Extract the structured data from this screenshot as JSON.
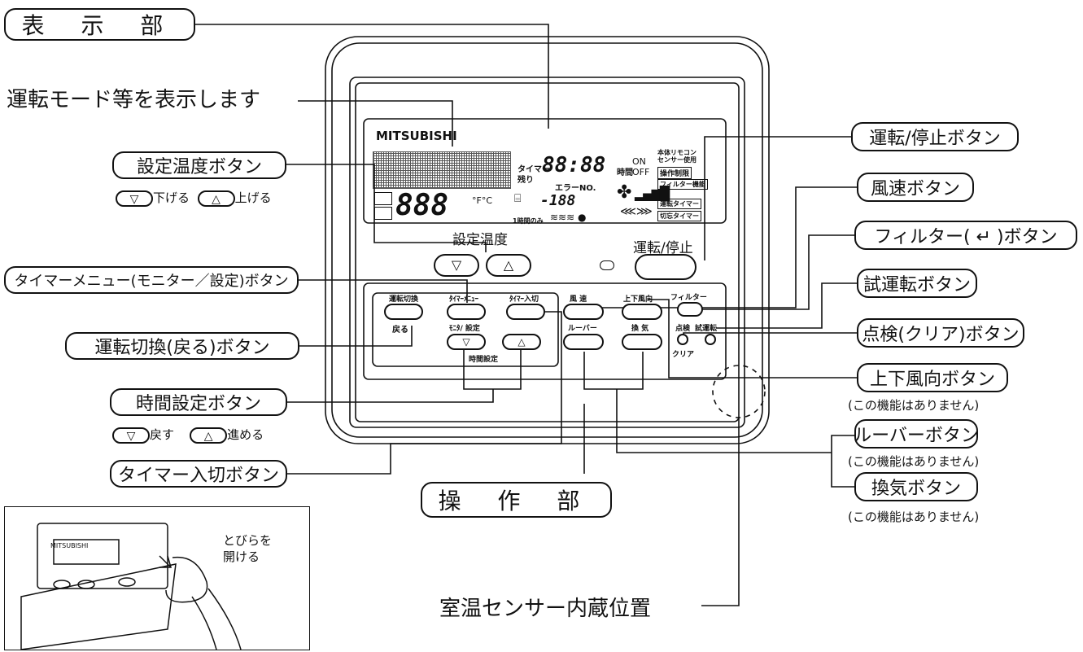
{
  "labels": {
    "display": "表 示 部",
    "mode_display": "運転モード等を表示します",
    "set_temp_button": "設定温度ボタン",
    "set_temp_down": "下げる",
    "set_temp_up": "上げる",
    "timer_menu_button": "タイマーメニュー(モニター／設定)ボタン",
    "mode_switch_button": "運転切換(戻る)ボタン",
    "time_set_button": "時間設定ボタン",
    "time_back": "戻す",
    "time_forward": "進める",
    "timer_onoff_button": "タイマー入切ボタン",
    "operation": "操 作 部",
    "room_sensor": "室温センサー内蔵位置",
    "run_stop_button": "運転/停止ボタン",
    "fan_speed_button": "風速ボタン",
    "filter_button": "フィルター( ↵ )ボタン",
    "test_run_button": "試運転ボタン",
    "check_button": "点検(クリア)ボタン",
    "updown_button": "上下風向ボタン",
    "louver_button": "ルーバーボタン",
    "vent_button": "換気ボタン",
    "not_available": "(この機能はありません)",
    "down_symbol": "▽",
    "up_symbol": "△"
  },
  "remote": {
    "brand": "MITSUBISHI",
    "set_temp_caption": "設定温度",
    "run_stop_caption": "運転/停止",
    "timer_label": "タイマー",
    "remain_label": "残り",
    "time_digits": "88:88",
    "error_label": "エラーNO.",
    "on_label": "ON",
    "off_label": "OFF",
    "hour_label": "時間",
    "temp_digits": "888",
    "unit_fc": "°F°C",
    "small_temp_digits": "-188",
    "one_hour_only": "1時間のみ",
    "right_box1": "本体リモコン センサー使用",
    "right_box2": "操作制限",
    "right_box3": "フィルター機能",
    "right_box4": "運転タイマー",
    "right_box5": "切忘タイマー",
    "btn_mode": "運転切換",
    "btn_return": "戻る",
    "btn_timer_menu": "ﾀｲﾏｰﾒﾆｭｰ",
    "btn_monitor_set": "ﾓﾆﾀ/ 設定",
    "btn_time_set": "時間設定",
    "btn_timer_onoff": "ﾀｲﾏｰ入切",
    "btn_fan": "風 速",
    "btn_louver": "ルーバー",
    "btn_updown": "上下風向",
    "btn_vent": "換 気",
    "btn_filter": "フィルター",
    "btn_check": "点検",
    "btn_test": "試運転",
    "btn_clear": "クリア"
  },
  "inset": {
    "open_door": "とびらを",
    "open_door2": "開ける",
    "brand": "MITSUBISHI"
  }
}
